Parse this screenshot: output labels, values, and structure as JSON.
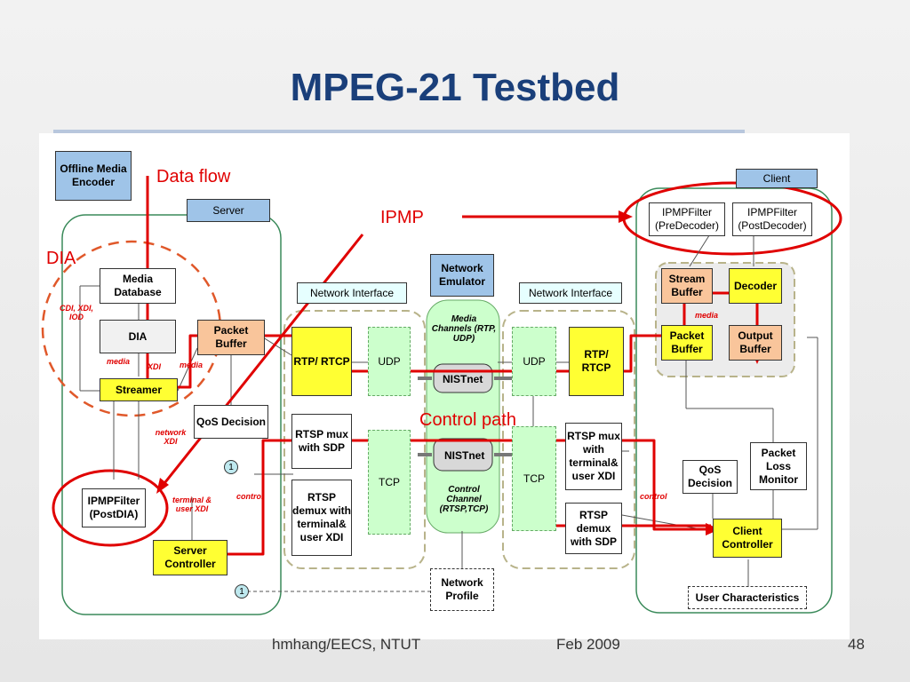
{
  "slide": {
    "title": "MPEG-21 Testbed",
    "footer_left": "hmhang/EECS, NTUT",
    "footer_mid": "Feb 2009",
    "page_number": "48"
  },
  "annotations": {
    "data_flow": "Data flow",
    "ipmp": "IPMP",
    "dia": "DIA",
    "control_path": "Control path"
  },
  "server": {
    "offline_encoder": "Offline Media Encoder",
    "server_label": "Server",
    "media_database": "Media Database",
    "dia_box": "DIA",
    "streamer": "Streamer",
    "packet_buffer": "Packet Buffer",
    "qos_decision": "QoS Decision",
    "ipmp_postdia": "IPMPFilter (PostDIA)",
    "server_controller": "Server Controller",
    "network_interface": "Network Interface",
    "rtp_rtcp": "RTP/ RTCP",
    "rtsp_mux": "RTSP mux with SDP",
    "rtsp_demux": "RTSP demux with terminal& user XDI",
    "udp": "UDP",
    "tcp": "TCP"
  },
  "server_labels": {
    "cdi_xdi": "CDI, XDI, IOD",
    "media1": "media",
    "xdi": "XDI",
    "media2": "media",
    "network_xdi": "network XDI",
    "terminal_xdi": "terminal & user XDI",
    "control": "control",
    "num1": "1",
    "num2": "1"
  },
  "network": {
    "emulator": "Network Emulator",
    "media_channels": "Media Channels (RTP, UDP)",
    "nistnet1": "NISTnet",
    "nistnet2": "NISTnet",
    "control_channel": "Control Channel (RTSP,TCP)",
    "network_profile": "Network Profile"
  },
  "client": {
    "client_label": "Client",
    "ipmp_predecoder": "IPMPFilter (PreDecoder)",
    "ipmp_postdecoder": "IPMPFilter (PostDecoder)",
    "stream_buffer": "Stream Buffer",
    "decoder": "Decoder",
    "packet_buffer": "Packet Buffer",
    "output_buffer": "Output Buffer",
    "network_interface": "Network Interface",
    "udp": "UDP",
    "tcp": "TCP",
    "rtp_rtcp": "RTP/ RTCP",
    "rtsp_mux": "RTSP mux with terminal& user XDI",
    "rtsp_demux": "RTSP demux with SDP",
    "qos_decision": "QoS Decision",
    "packet_loss_monitor": "Packet Loss Monitor",
    "client_controller": "Client Controller",
    "user_characteristics": "User Characteristics"
  },
  "client_labels": {
    "media": "media",
    "control": "control"
  },
  "colors": {
    "accent_red": "#e00000",
    "title_blue": "#1a3f7a",
    "green_outline": "#3a8a5a"
  }
}
